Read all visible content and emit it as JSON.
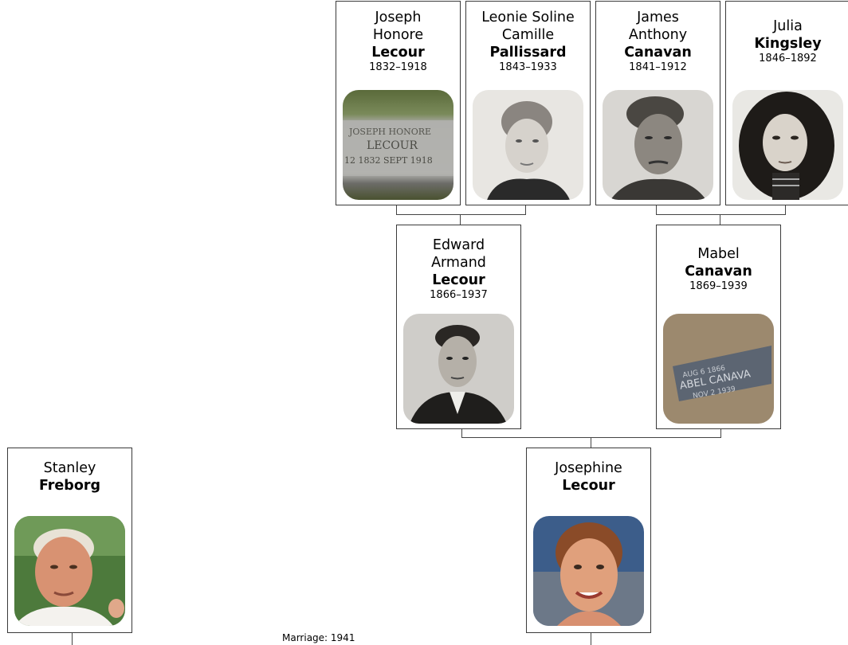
{
  "people": {
    "joseph": {
      "given1": "Joseph",
      "given2": "Honore",
      "surname": "Lecour",
      "years": "1832–1918",
      "photo": "gravestone-photo"
    },
    "leonie": {
      "given1": "Leonie Soline",
      "given2": "Camille",
      "surname": "Pallissard",
      "years": "1843–1933",
      "photo": "portrait-woman-photo"
    },
    "james": {
      "given1": "James",
      "given2": "Anthony",
      "surname": "Canavan",
      "years": "1841–1912",
      "photo": "portrait-man-photo"
    },
    "julia": {
      "given1": "Julia",
      "surname": "Kingsley",
      "years": "1846–1892",
      "photo": "portrait-girl-photo"
    },
    "edward": {
      "given1": "Edward",
      "given2": "Armand",
      "surname": "Lecour",
      "years": "1866–1937",
      "photo": "portrait-man-suit-photo"
    },
    "mabel": {
      "given1": "Mabel",
      "surname": "Canavan",
      "years": "1869–1939",
      "photo": "grave-marker-photo"
    },
    "josephine": {
      "given1": "Josephine",
      "surname": "Lecour",
      "photo": "color-portrait-woman-photo"
    },
    "stanley": {
      "given1": "Stanley",
      "surname": "Freborg",
      "photo": "color-portrait-man-photo"
    }
  },
  "marriage_label": "Marriage: 1941"
}
